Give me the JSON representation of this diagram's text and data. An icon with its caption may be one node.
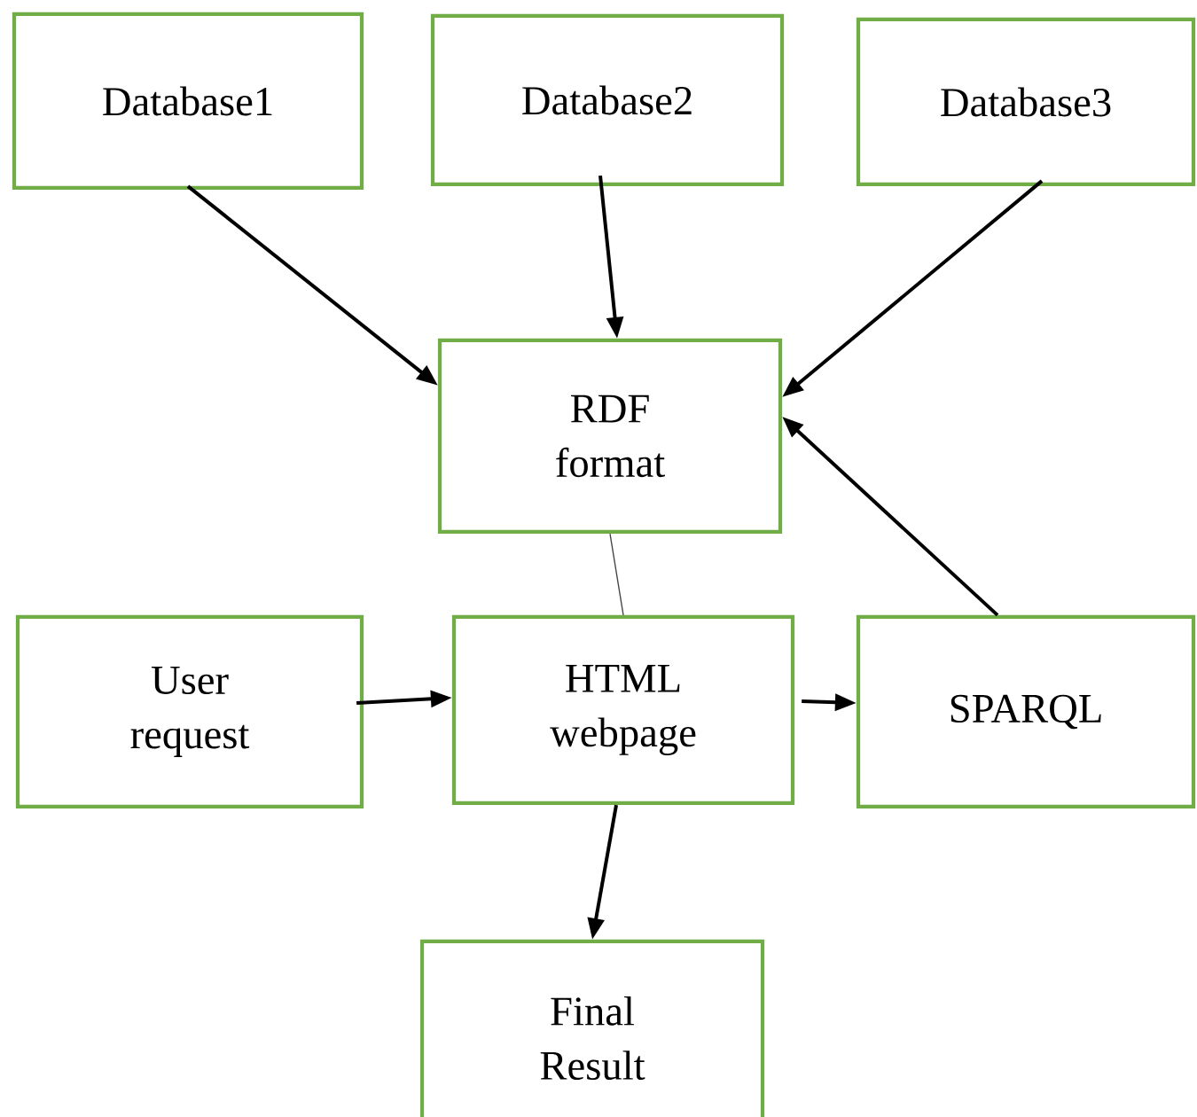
{
  "diagram": {
    "nodes": [
      {
        "text": [
          "Database1"
        ]
      },
      {
        "text": [
          "Database2"
        ]
      },
      {
        "text": [
          "Database3"
        ]
      },
      {
        "text": [
          "RDF format"
        ]
      },
      {
        "text": [
          "User request"
        ]
      },
      {
        "text": [
          "HTML webpage"
        ]
      },
      {
        "text": [
          "SPARQL"
        ]
      },
      {
        "text": [
          "Final Result"
        ]
      }
    ],
    "edges": [
      {
        "from": 0,
        "to": 3,
        "arrow": "to"
      },
      {
        "from": 1,
        "to": 3,
        "arrow": "to"
      },
      {
        "from": 2,
        "to": 3,
        "arrow": "to"
      },
      {
        "from": 6,
        "to": 3,
        "arrow": "to"
      },
      {
        "from": 3,
        "to": 5,
        "arrow": "none",
        "color": "#404040"
      },
      {
        "from": 4,
        "to": 5,
        "arrow": "to"
      },
      {
        "from": 5,
        "to": 6,
        "arrow": "to"
      },
      {
        "from": 5,
        "to": 7,
        "arrow": "to"
      }
    ]
  }
}
